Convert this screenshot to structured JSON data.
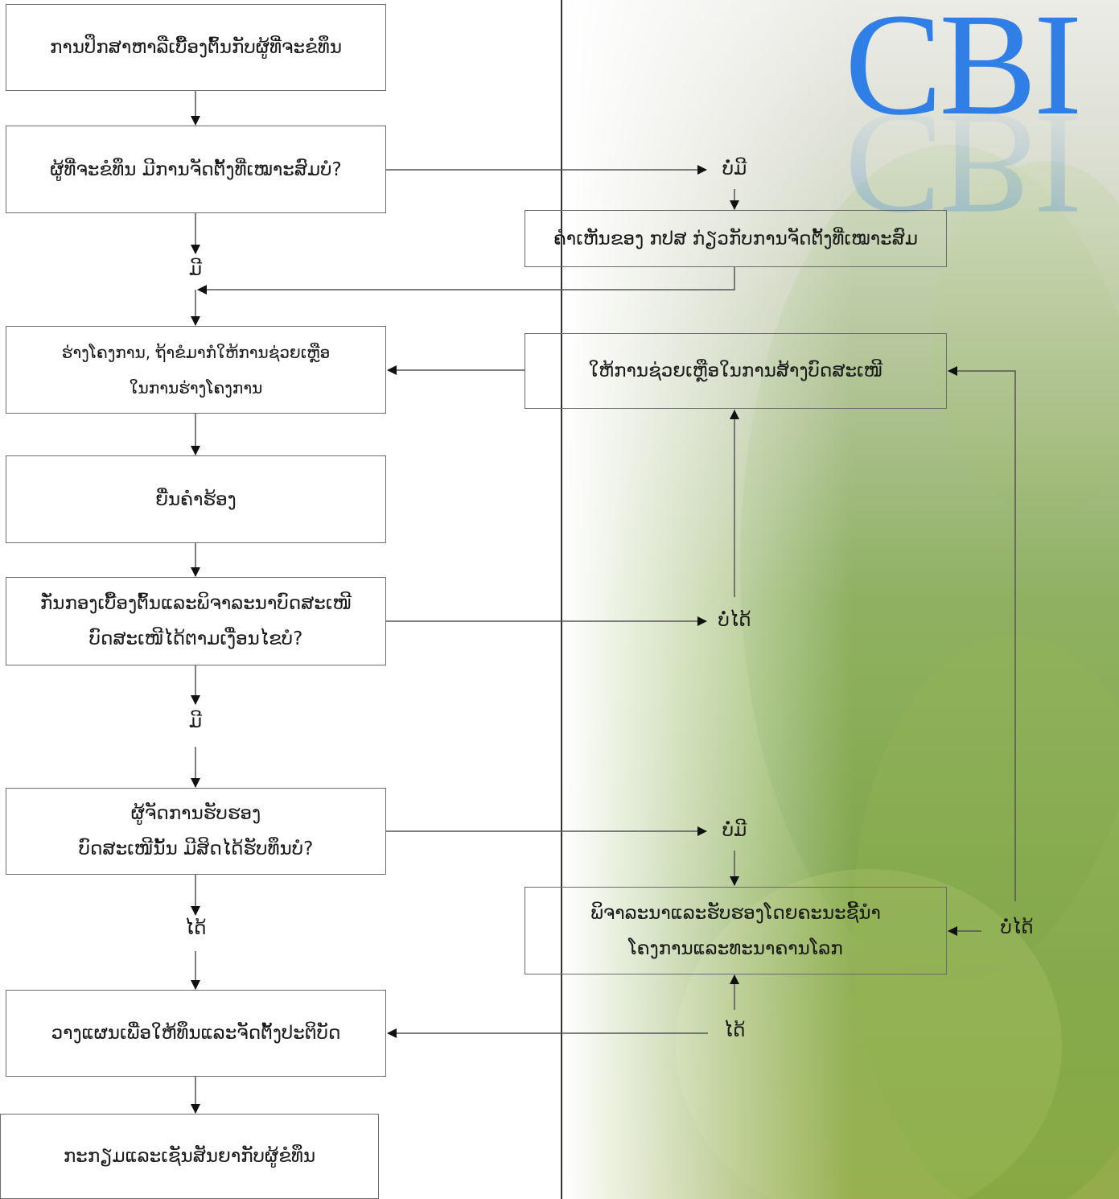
{
  "brand": {
    "text": "CBI"
  },
  "left_boxes": [
    {
      "lines": [
        "ການປຶກສາຫາລືເບື້ອງຕົ້ນກັບຜູ້ທີ່ຈະຂໍທຶນ"
      ]
    },
    {
      "lines": [
        "ຜູ້ທີ່ຈະຂໍທຶນ ມີການຈັດຕັ້ງທີ່ເໝາະສົມບໍ?"
      ]
    },
    {
      "lines": [
        "ຮ່າງໂຄງການ, ຖ້າຂໍມາກໍໃຫ້ການຊ່ວຍເຫຼືອ",
        "ໃນການຮ່າງໂຄງການ"
      ]
    },
    {
      "lines": [
        "ຍື່ນຄໍາຮ້ອງ"
      ]
    },
    {
      "lines": [
        "ກັ່ນກອງເບື້ອງຕົ້ນແລະພິຈາລະນາບົດສະເໜີ",
        "ບົດສະເໜີໄດ້ຕາມເງື່ອນໄຂບໍ?"
      ]
    },
    {
      "lines": [
        "ຜູ້ຈັດການຮັບຮອງ",
        "ບົດສະເໜີນັ້ນ ມີສິດໄດ້ຮັບທຶນບໍ?"
      ]
    },
    {
      "lines": [
        "ວາງແຜນເພື່ອໃຫ້ທຶນແລະຈັດຕັ້ງປະຕິບັດ"
      ]
    },
    {
      "lines": [
        "ກະກຽມແລະເຊັນສັນຍາກັບຜູ້ຂໍທຶນ"
      ]
    }
  ],
  "right_boxes": [
    {
      "lines": [
        "ຄໍາເຫັນຂອງ ກປສ ກ່ຽວກັບການຈັດຕັ້ງທີ່ເໝາະສົມ"
      ]
    },
    {
      "lines": [
        "ໃຫ້ການຊ່ວຍເຫຼືອໃນການສ້າງບົດສະເໜີ"
      ]
    },
    {
      "lines": [
        "ພິຈາລະນາແລະຮັບຮອງໂດຍຄະນະຊີ້ນໍາ",
        "ໂຄງການແລະທະນາຄານໂລກ"
      ]
    }
  ],
  "labels": {
    "yes_1": "ມີ",
    "no_1": "ບໍ່ມີ",
    "no_2": "ບໍ່ໄດ້",
    "yes_2": "ມີ",
    "no_3": "ບໍ່ມີ",
    "yes_3": "ໄດ້",
    "yes_4": "ໄດ້",
    "no_4": "ບໍ່ໄດ້"
  }
}
